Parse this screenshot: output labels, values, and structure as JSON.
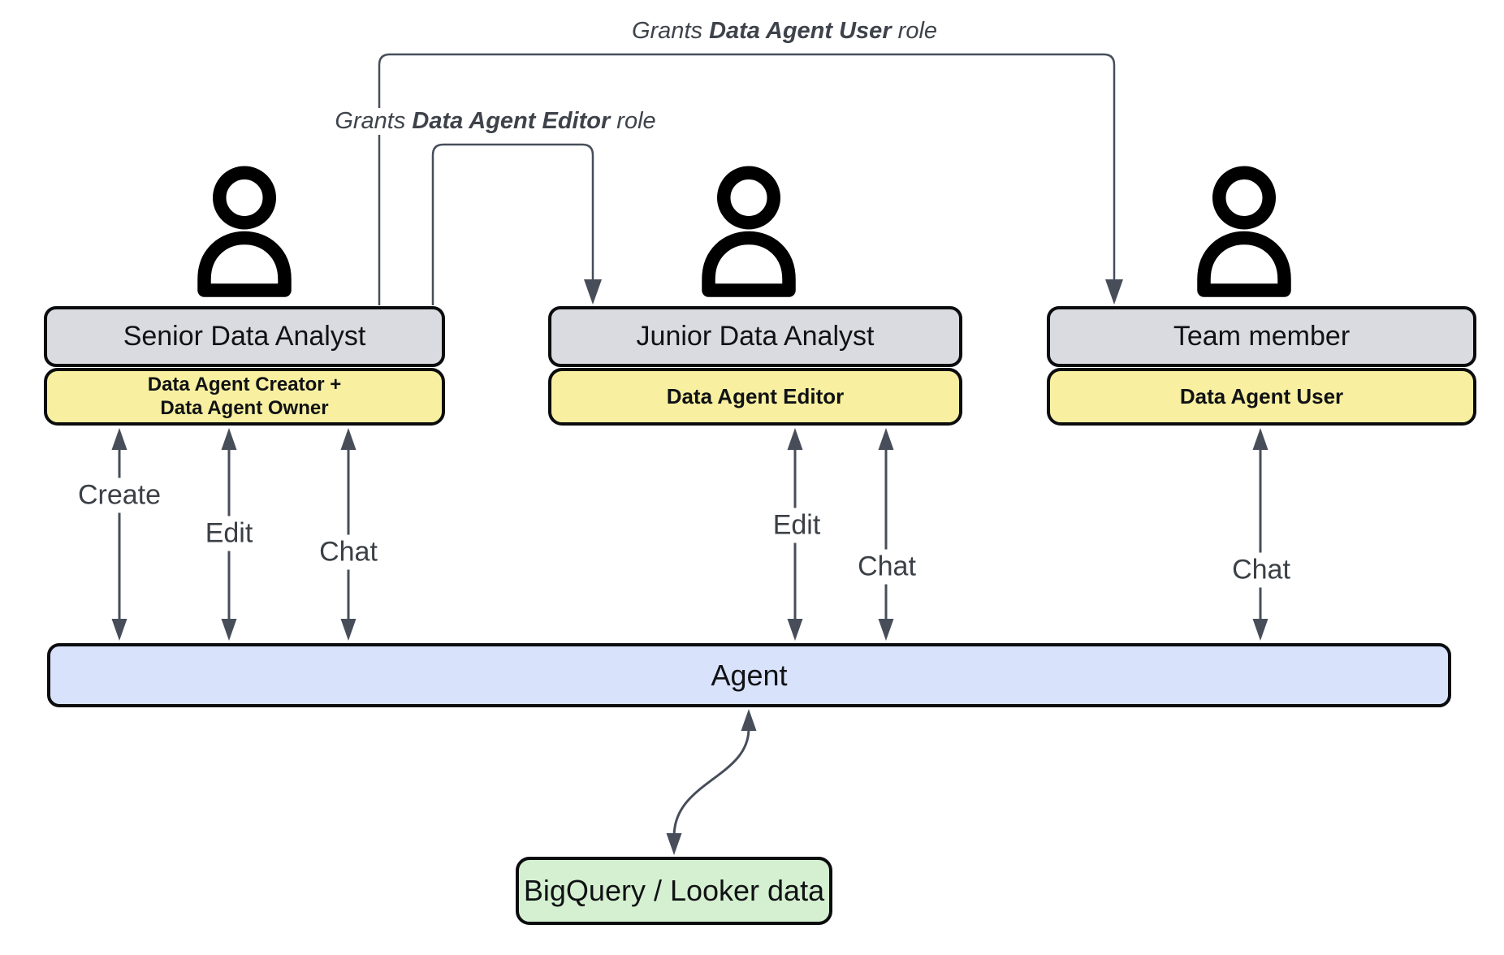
{
  "annotations": {
    "grant_user": {
      "prefix": "Grants ",
      "role": "Data Agent User",
      "suffix": " role"
    },
    "grant_editor": {
      "prefix": "Grants ",
      "role": "Data Agent Editor",
      "suffix": " role"
    }
  },
  "actors": [
    {
      "title": "Senior Data Analyst",
      "role_lines": [
        "Data Agent Creator +",
        "Data Agent Owner"
      ],
      "actions": [
        "Create",
        "Edit",
        "Chat"
      ]
    },
    {
      "title": "Junior Data Analyst",
      "role_lines": [
        "Data Agent Editor"
      ],
      "actions": [
        "Edit",
        "Chat"
      ]
    },
    {
      "title": "Team member",
      "role_lines": [
        "Data Agent User"
      ],
      "actions": [
        "Chat"
      ]
    }
  ],
  "agent": {
    "label": "Agent"
  },
  "datastore": {
    "label": "BigQuery / Looker data"
  },
  "colors": {
    "actor_box_fill": "#d9dbe0",
    "role_badge_fill": "#f8f0a0",
    "agent_bar_fill": "#d8e2fb",
    "datastore_fill": "#d4f0d0",
    "arrow_color": "#474e5a",
    "border_color": "#0b0c0e"
  }
}
